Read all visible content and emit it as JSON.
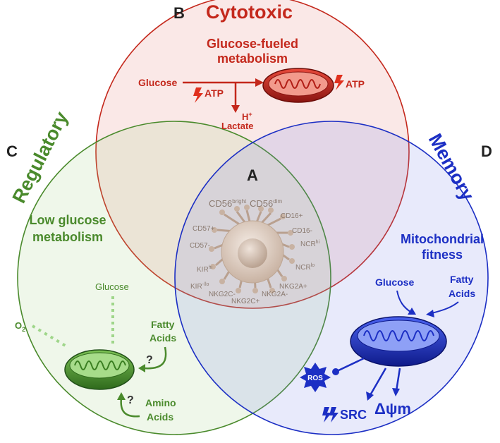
{
  "top": {
    "letter": "B",
    "title": "Cytotoxic",
    "subtitle_line1": "Glucose-fueled",
    "subtitle_line2": "metabolism",
    "glucose": "Glucose",
    "atp_left": "ATP",
    "atp_right": "ATP",
    "hplus": "H",
    "hplus_sup": "+",
    "lactate": "Lactate",
    "color": "#c4281c"
  },
  "left": {
    "letter": "C",
    "title": "Regulatory",
    "subtitle_line1": "Low glucose",
    "subtitle_line2": "metabolism",
    "glucose": "Glucose",
    "o2": "O",
    "o2_sub": "2",
    "fatty1": "Fatty",
    "fatty2": "Acids",
    "amino1": "Amino",
    "amino2": "Acids",
    "q1": "?",
    "q2": "?",
    "color": "#4a8a2c"
  },
  "right": {
    "letter": "D",
    "title": "Memory",
    "subtitle_line1": "Mitochondrial",
    "subtitle_line2": "fitness",
    "glucose": "Glucose",
    "fatty1": "Fatty",
    "fatty2": "Acids",
    "ros": "ROS",
    "src": "SRC",
    "dpsi": "Δψm",
    "color": "#1c2fc4"
  },
  "center": {
    "letter": "A",
    "cd56b": "CD56",
    "cd56b_sup": "bright",
    "cd56d": "CD56",
    "cd56d_sup": "dim",
    "cd16p": "CD16+",
    "cd16m": "CD16-",
    "cd57p": "CD57+",
    "cd57m": "CD57-",
    "ncrhi": "NCR",
    "ncrhi_sup": "hi",
    "ncrlo": "NCR",
    "ncrlo_sup": "lo",
    "kirhi": "KIR",
    "kirhi_sup": "hi",
    "kirlo": "KIR",
    "kirlo_sup": "-/lo",
    "nkg2cm": "NKG2C-",
    "nkg2cp": "NKG2C+",
    "nkg2am": "NKG2A-",
    "nkg2ap": "NKG2A+"
  }
}
